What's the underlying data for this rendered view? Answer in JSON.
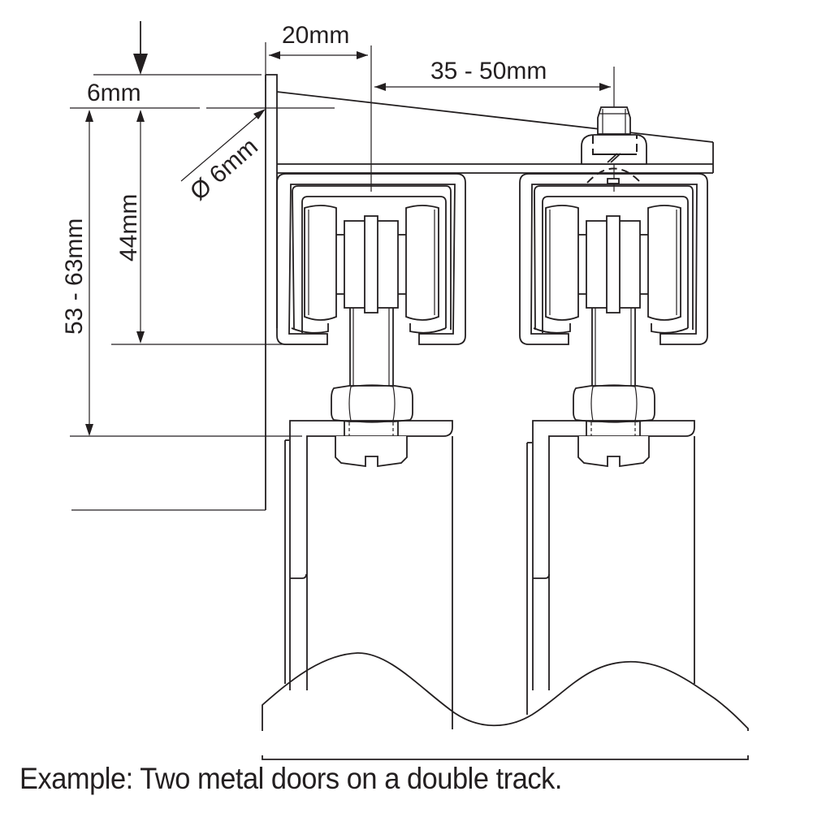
{
  "diagram": {
    "title": "Double track sliding door hanger installation",
    "dimensions": {
      "bracket_width": "20mm",
      "track_spacing": "35 - 50mm",
      "plate_thickness": "6mm",
      "hole_diameter": "Ø 6mm",
      "wheel_height": "44mm",
      "total_height": "53 - 63mm"
    },
    "components": [
      "wall-plate",
      "ceiling-bracket",
      "track-left",
      "track-right",
      "trolley-left",
      "trolley-right",
      "hex-nut-left",
      "hex-nut-right",
      "door-left",
      "door-right"
    ],
    "caption": "Example: Two metal doors on a double track.",
    "colors": {
      "line": "#231f20",
      "background": "#ffffff"
    }
  }
}
